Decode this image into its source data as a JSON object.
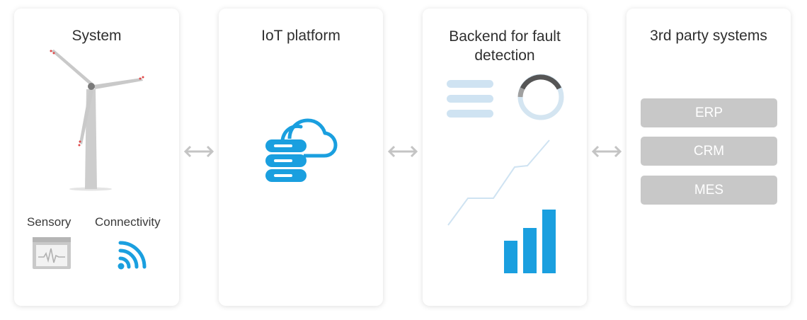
{
  "columns": {
    "system": {
      "title": "System",
      "sensory_label": "Sensory",
      "connectivity_label": "Connectivity"
    },
    "iot": {
      "title": "IoT platform"
    },
    "backend": {
      "title_line1": "Backend for fault",
      "title_line2": "detection"
    },
    "third_party": {
      "title": "3rd party systems",
      "systems": [
        "ERP",
        "CRM",
        "MES"
      ]
    }
  },
  "colors": {
    "accent_blue": "#1a9fdf",
    "light_blue": "#cfe3f2",
    "grey": "#c8c8c8",
    "dark_grey": "#555555"
  },
  "icons": [
    "wind-turbine-icon",
    "sensor-monitor-icon",
    "wifi-signal-icon",
    "cloud-server-icon",
    "list-icon",
    "donut-chart-icon",
    "line-chart-icon",
    "bar-chart-icon",
    "bidirectional-arrow-icon"
  ]
}
